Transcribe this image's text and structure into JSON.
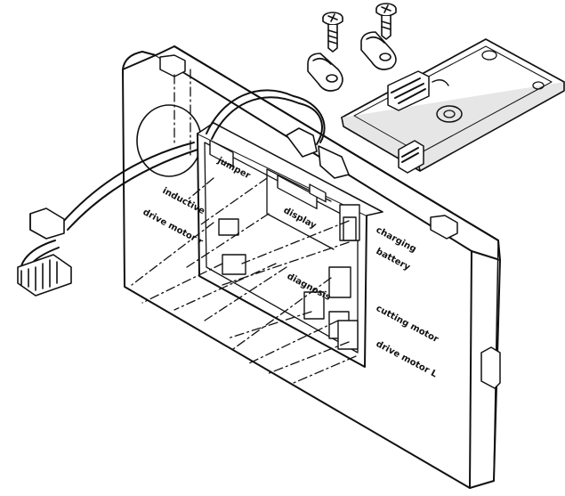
{
  "diagram": {
    "labels": {
      "inductive": "inductive",
      "drive_motor_r": "drive motor r",
      "jumper": "jumper",
      "display": "display",
      "charging": "charging",
      "battery": "battery",
      "diagnosis": "diagnosis",
      "cutting_motor": "cutting motor",
      "drive_motor_l": "drive motor L"
    },
    "colors": {
      "line": "#111111",
      "fill": "#ffffff",
      "shade": "#e6e6e6"
    },
    "icons": [
      "screw-icon",
      "cable-clip-icon",
      "wire-harness-icon",
      "connector-plug-icon",
      "circuit-board-icon"
    ]
  }
}
